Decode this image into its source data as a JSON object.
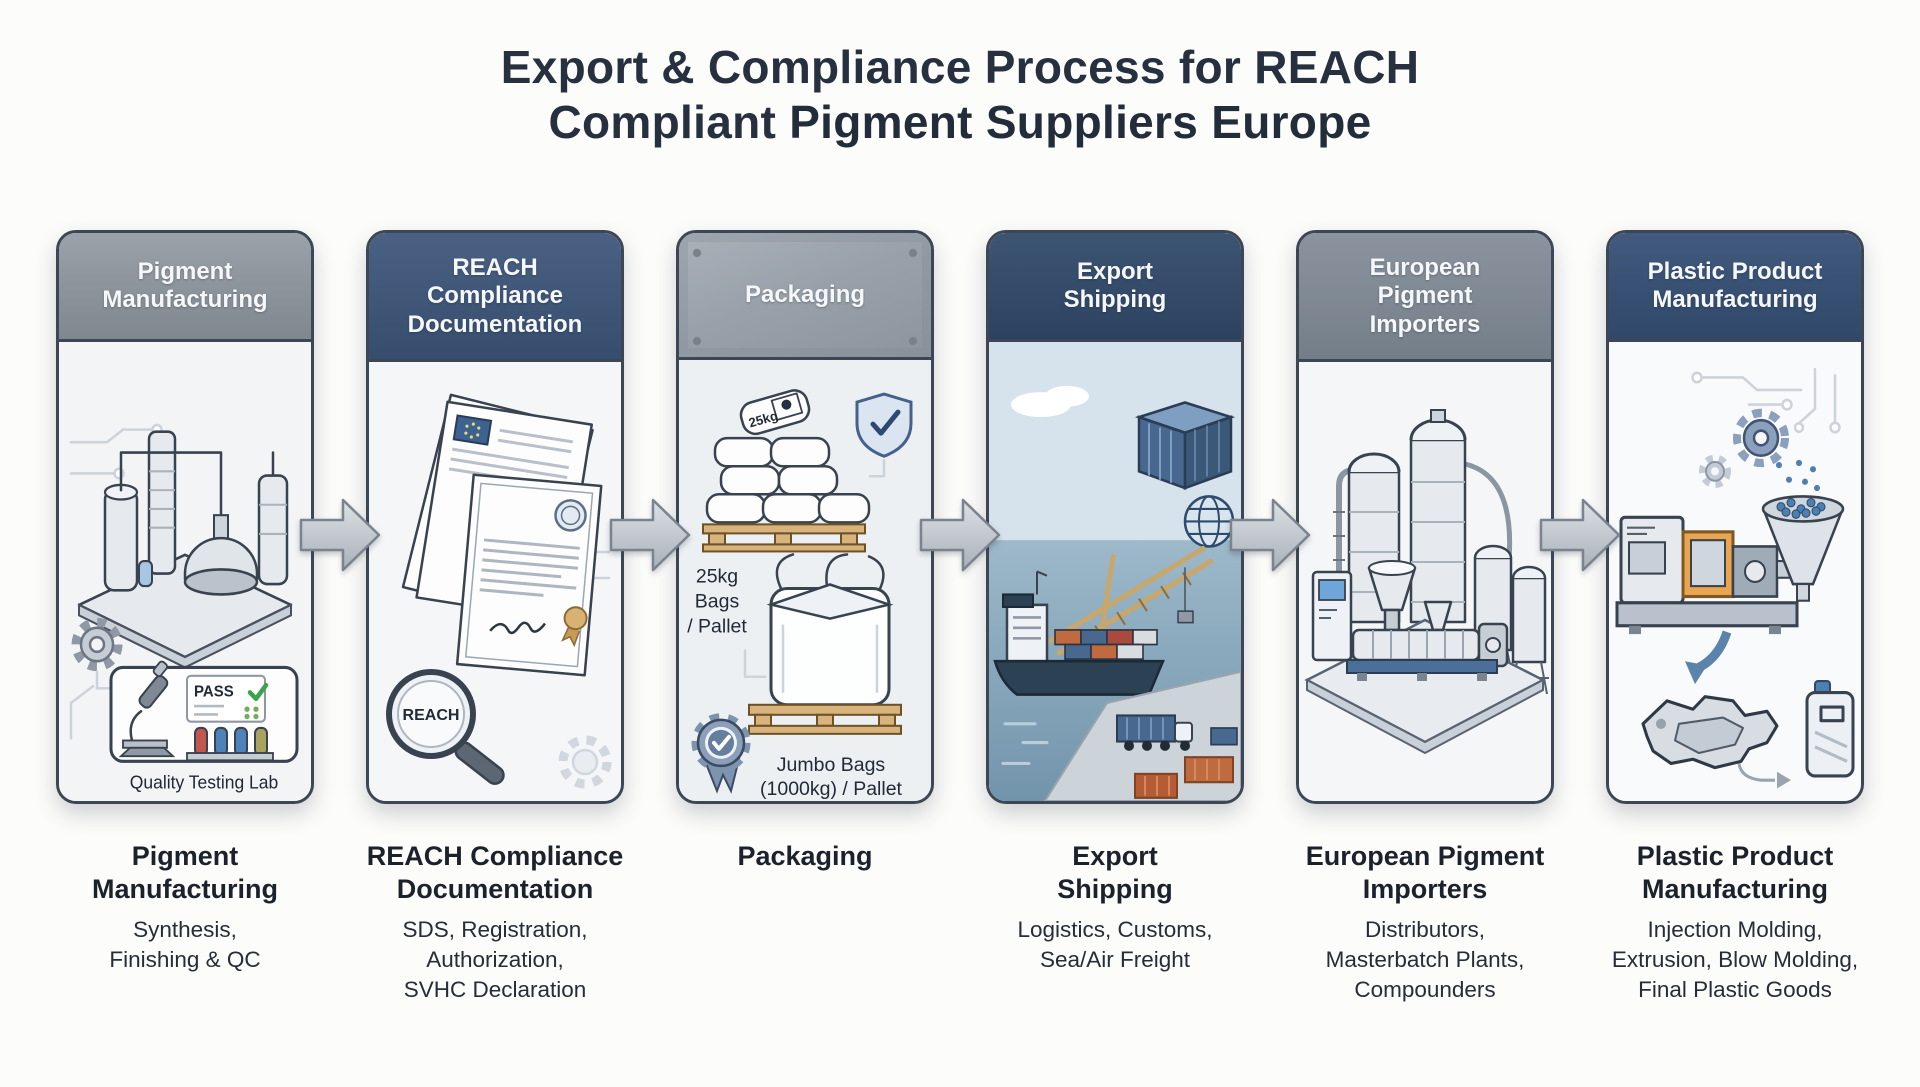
{
  "title": {
    "line1": "Export & Compliance Process for REACH",
    "line2_regular": "Compliant ",
    "line2_bold": "Pigment Suppliers Europe"
  },
  "colors": {
    "page_background": "#fcfcfa",
    "title_text": "#26303f",
    "card_border": "#3c4654",
    "arrow_fill": "#c2c8cf",
    "header_gray": "#8a919a",
    "header_steel_blue": "#3d5677",
    "header_metal_gray": "#9aa2ab",
    "header_navy": "#2f4765",
    "header_slate_gray": "#7e8893",
    "header_dark_blue": "#33496b",
    "accent_blue": "#4d7fb0",
    "pallet_wood": "#d9b37e",
    "check_green": "#3ba44c",
    "eu_flag_blue": "#3c6292"
  },
  "stages": [
    {
      "header_lines": [
        "Pigment",
        "Manufacturing"
      ],
      "label_lines": [
        "Pigment",
        "Manufacturing"
      ],
      "desc_lines": [
        "Synthesis,",
        "Finishing & QC"
      ],
      "caption": "Quality Testing Lab",
      "pass_text": "PASS"
    },
    {
      "header_lines": [
        "REACH",
        "Compliance",
        "Documentation"
      ],
      "label_lines": [
        "REACH Compliance",
        "Documentation"
      ],
      "desc_lines": [
        "SDS, Registration,",
        "Authorization,",
        "SVHC Declaration"
      ],
      "lens_text": "REACH"
    },
    {
      "header_lines": [
        "Packaging"
      ],
      "label_lines": [
        "Packaging"
      ],
      "desc_lines": [],
      "bag_weight": "25kg",
      "left_note_lines": [
        "25kg",
        "Bags",
        "/ Pallet"
      ],
      "caption_lines": [
        "Jumbo Bags",
        "(1000kg) / Pallet"
      ]
    },
    {
      "header_lines": [
        "Export",
        "Shipping"
      ],
      "label_lines": [
        "Export",
        "Shipping"
      ],
      "desc_lines": [
        "Logistics, Customs,",
        "Sea/Air Freight"
      ]
    },
    {
      "header_lines": [
        "European",
        "Pigment",
        "Importers"
      ],
      "label_lines": [
        "European Pigment",
        "Importers"
      ],
      "desc_lines": [
        "Distributors,",
        "Masterbatch Plants,",
        "Compounders"
      ]
    },
    {
      "header_lines": [
        "Plastic Product",
        "Manufacturing"
      ],
      "label_lines": [
        "Plastic Product",
        "Manufacturing"
      ],
      "desc_lines": [
        "Injection Molding,",
        "Extrusion, Blow Molding,",
        "Final Plastic Goods"
      ]
    }
  ]
}
